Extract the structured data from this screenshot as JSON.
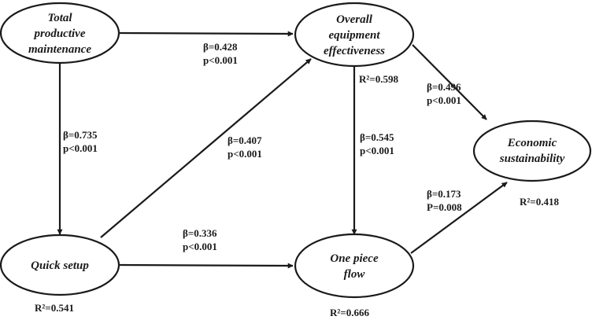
{
  "nodes": {
    "tpm": {
      "lines": [
        "Total",
        "productive",
        "maintenance"
      ]
    },
    "oee": {
      "lines": [
        "Overall",
        "equipment",
        "effectiveness"
      ],
      "r2": "R²=0.598"
    },
    "es": {
      "lines": [
        "Economic",
        "sustainability"
      ],
      "r2": "R²=0.418"
    },
    "qs": {
      "lines": [
        "Quick setup"
      ],
      "r2": "R²=0.541"
    },
    "opf": {
      "lines": [
        "One piece",
        "flow"
      ],
      "r2": "R²=0.666"
    }
  },
  "paths": {
    "tpm_oee": {
      "beta": "β=0.428",
      "p": "p<0.001"
    },
    "tpm_qs": {
      "beta": "β=0.735",
      "p": "p<0.001"
    },
    "qs_oee": {
      "beta": "β=0.407",
      "p": "p<0.001"
    },
    "qs_opf": {
      "beta": "β=0.336",
      "p": "p<0.001"
    },
    "oee_opf": {
      "beta": "β=0.545",
      "p": "p<0.001"
    },
    "oee_es": {
      "beta": "β=0.496",
      "p": "p<0.001"
    },
    "opf_es": {
      "beta": "β=0.173",
      "p": "P=0.008"
    }
  }
}
